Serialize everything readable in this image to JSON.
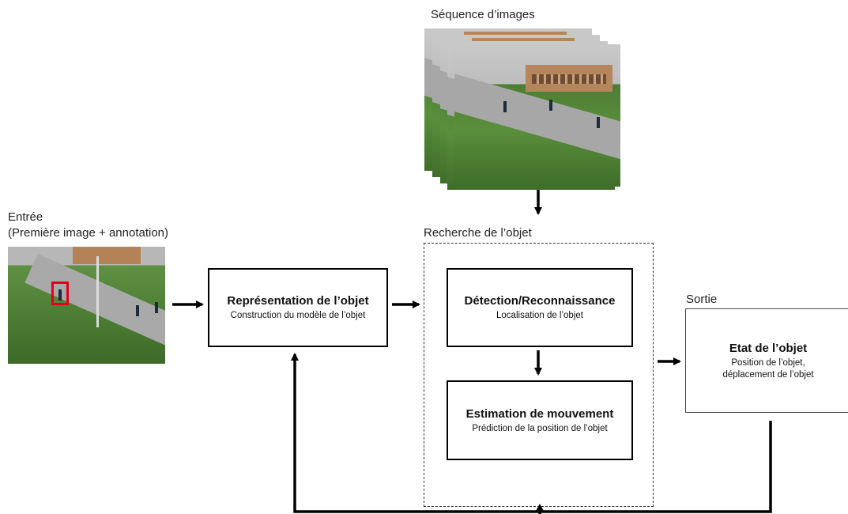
{
  "labels": {
    "sequence": "Séquence d’images",
    "input_line1": "Entrée",
    "input_line2": "(Première image + annotation)",
    "search": "Recherche de l’objet",
    "output": "Sortie"
  },
  "boxes": {
    "representation": {
      "title": "Représentation de l’objet",
      "subtitle": "Construction du modèle de l’objet"
    },
    "detection": {
      "title": "Détection/Reconnaissance",
      "subtitle": "Localisation de l’objet"
    },
    "estimation": {
      "title": "Estimation de mouvement",
      "subtitle": "Prédiction de la position de l’objet"
    },
    "state": {
      "title": "Etat de l’objet",
      "subtitle": "Position de l’objet,\ndéplacement de l’objet"
    }
  },
  "colors": {
    "annotation_box": "#e2001a",
    "arrow": "#000000"
  }
}
